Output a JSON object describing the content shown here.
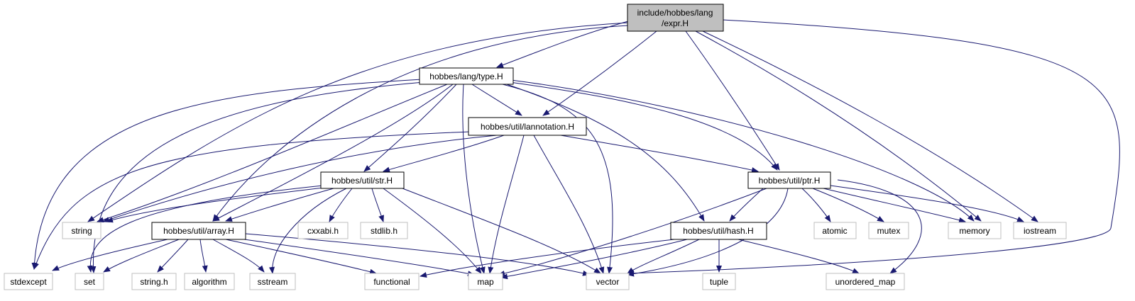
{
  "diagram": {
    "colors": {
      "edge": "#191970",
      "node_border_primary": "#000000",
      "node_border_secondary": "#bfbfbf",
      "root_fill": "#bfbfbf",
      "node_fill": "#ffffff",
      "text": "#000000"
    },
    "root": {
      "line1": "include/hobbes/lang",
      "line2": "/expr.H"
    },
    "nodes": {
      "type_h": "hobbes/lang/type.H",
      "lannotation_h": "hobbes/util/lannotation.H",
      "str_h": "hobbes/util/str.H",
      "ptr_h": "hobbes/util/ptr.H",
      "array_h": "hobbes/util/array.H",
      "hash_h": "hobbes/util/hash.H",
      "string": "string",
      "cxxabi_h": "cxxabi.h",
      "stdlib_h": "stdlib.h",
      "atomic": "atomic",
      "mutex": "mutex",
      "memory": "memory",
      "iostream": "iostream",
      "stdexcept": "stdexcept",
      "set": "set",
      "string_h": "string.h",
      "algorithm": "algorithm",
      "sstream": "sstream",
      "functional": "functional",
      "map": "map",
      "vector": "vector",
      "tuple": "tuple",
      "unordered_map": "unordered_map"
    }
  }
}
